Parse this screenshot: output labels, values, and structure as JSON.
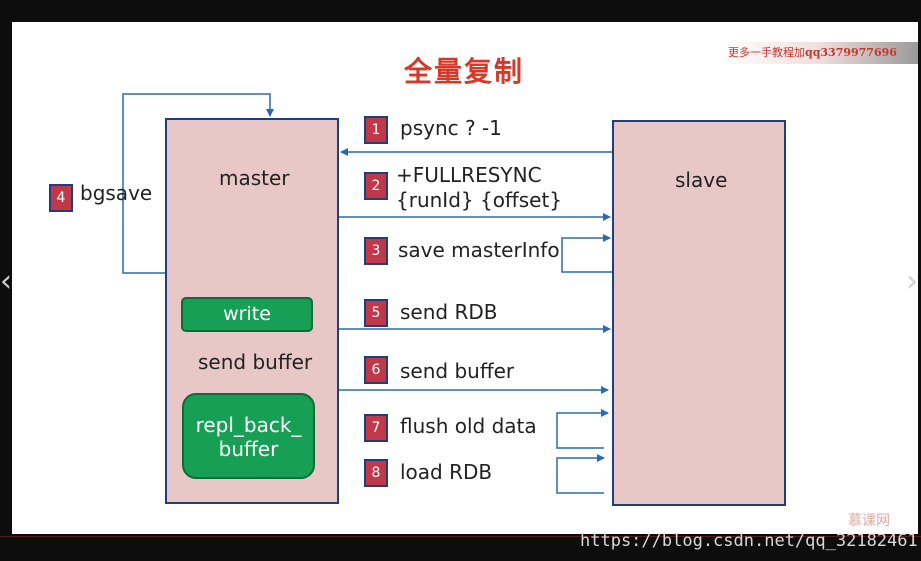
{
  "title": "全量复制",
  "promo": {
    "prefix": "更多一手教程加",
    "contact": "qq3379977696"
  },
  "nodes": {
    "master": "master",
    "slave": "slave",
    "write": "write",
    "send_buffer": "send buffer",
    "repl_line1": "repl_back_",
    "repl_line2": "buffer"
  },
  "steps": [
    {
      "num": "1",
      "text": "psync ? -1"
    },
    {
      "num": "2",
      "line1": "+FULLRESYNC",
      "line2": "{runId} {offset}"
    },
    {
      "num": "3",
      "text": "save masterInfo"
    },
    {
      "num": "4",
      "text": "bgsave"
    },
    {
      "num": "5",
      "text": "send RDB"
    },
    {
      "num": "6",
      "text": "send buffer"
    },
    {
      "num": "7",
      "text": "flush old data"
    },
    {
      "num": "8",
      "text": "load RDB"
    }
  ],
  "colors": {
    "title": "#d43a2a",
    "box_fill": "#e8c7c7",
    "box_border": "#1f3e7a",
    "step_badge": "#c0394a",
    "green": "#17a055",
    "arrow": "#2a6bb0"
  },
  "nav": {
    "prev": "‹",
    "next": "›"
  },
  "logo": "慕课网",
  "watermark": "https://blog.csdn.net/qq_32182461"
}
